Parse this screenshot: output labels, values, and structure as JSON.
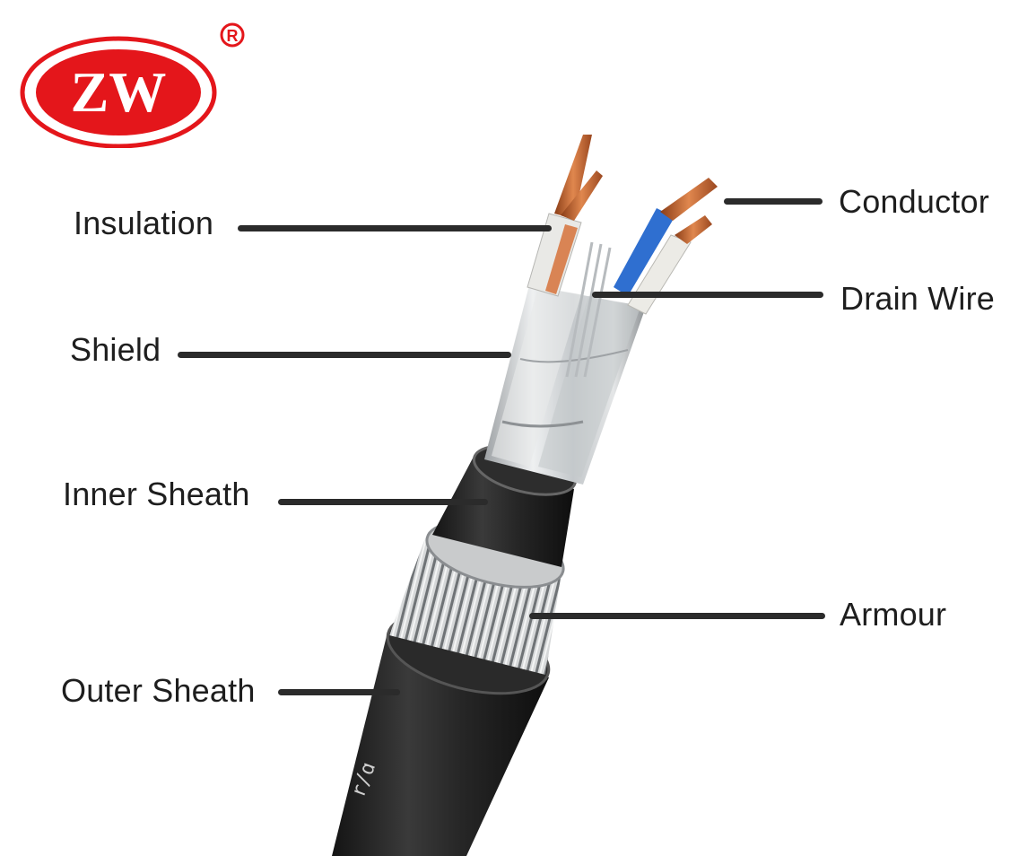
{
  "logo": {
    "text": "ZW",
    "registered_mark": "R",
    "color": "#e4161b"
  },
  "diagram": {
    "subject": "Shielded armoured instrumentation cable cross-section",
    "labels": [
      {
        "id": "insulation",
        "text": "Insulation",
        "side": "left"
      },
      {
        "id": "shield",
        "text": "Shield",
        "side": "left"
      },
      {
        "id": "inner_sheath",
        "text": "Inner Sheath",
        "side": "left"
      },
      {
        "id": "outer_sheath",
        "text": "Outer Sheath",
        "side": "left"
      },
      {
        "id": "conductor",
        "text": "Conductor",
        "side": "right"
      },
      {
        "id": "drain_wire",
        "text": "Drain Wire",
        "side": "right"
      },
      {
        "id": "armour",
        "text": "Armour",
        "side": "right"
      }
    ],
    "colors": {
      "label_text": "#1e1e1e",
      "leader_line": "#2b2b2b",
      "copper": "#c8652f",
      "insulation_white": "#e9e9e6",
      "insulation_blue": "#2f6fd0",
      "foil": "#cfd2d4",
      "sheath_black": "#222222"
    }
  }
}
